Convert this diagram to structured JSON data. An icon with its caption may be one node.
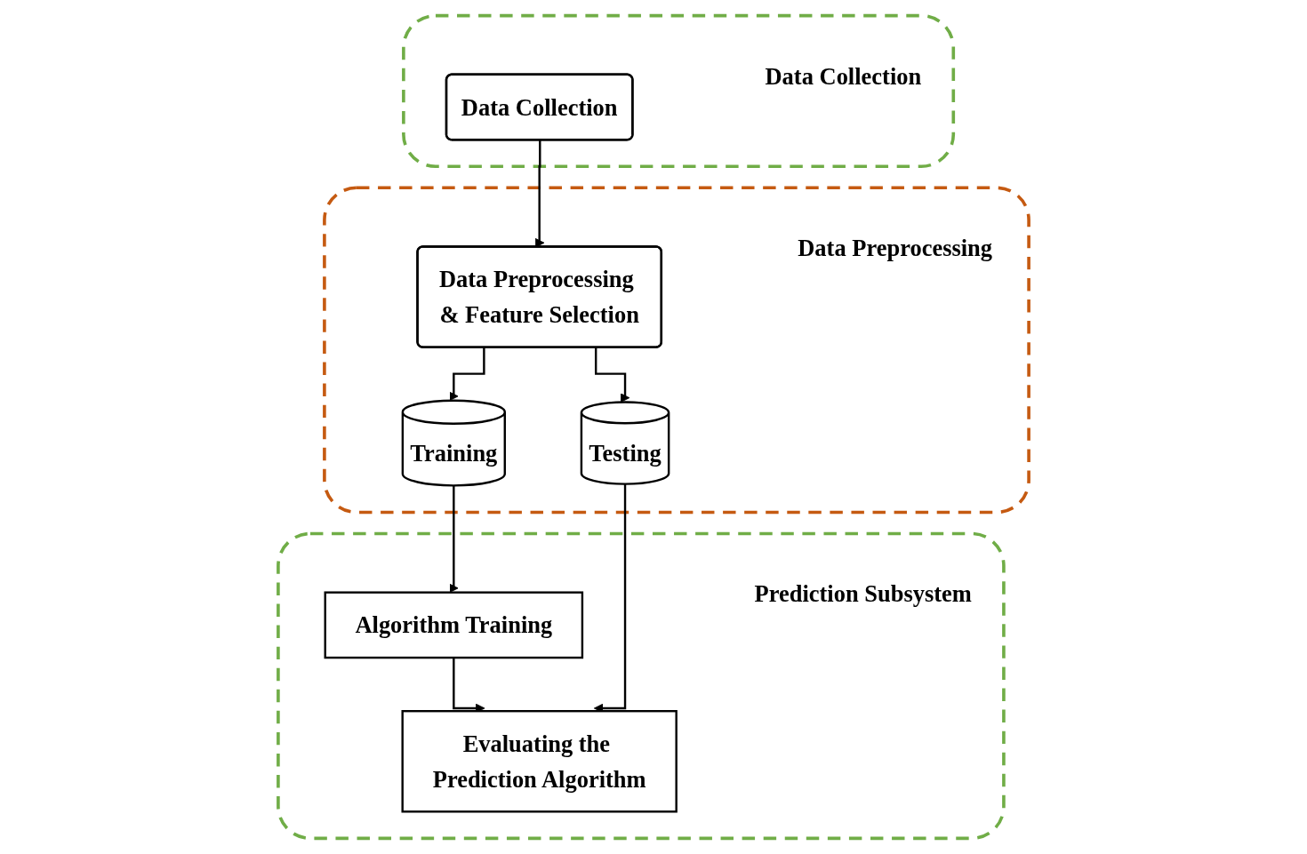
{
  "diagram": {
    "nodes": [
      {
        "text": [
          "Data Collection"
        ]
      },
      {
        "text": [
          "Data Collection"
        ],
        "in": 0
      },
      {
        "text": [
          "Data Preprocessing"
        ]
      },
      {
        "text": [
          "Data Preprocessing & Feature Selection"
        ],
        "in": 2
      },
      {
        "text": [
          "Training"
        ],
        "in": 2
      },
      {
        "text": [
          "Testing"
        ],
        "in": 2
      },
      {
        "text": [
          "Prediction Subsystem"
        ]
      },
      {
        "text": [
          "Algorithm Training"
        ],
        "in": 6
      },
      {
        "text": [
          "Evaluating the Prediction Algorithm"
        ],
        "in": 6
      }
    ],
    "edges": [
      {
        "from": 1,
        "to": 3,
        "arrow": "to"
      },
      {
        "from": 3,
        "to": 4,
        "arrow": "to"
      },
      {
        "from": 3,
        "to": 5,
        "arrow": "to"
      },
      {
        "from": 4,
        "to": 7,
        "arrow": "to"
      },
      {
        "from": 7,
        "to": 8,
        "arrow": "to"
      },
      {
        "from": 5,
        "to": 8,
        "arrow": "to"
      }
    ]
  }
}
